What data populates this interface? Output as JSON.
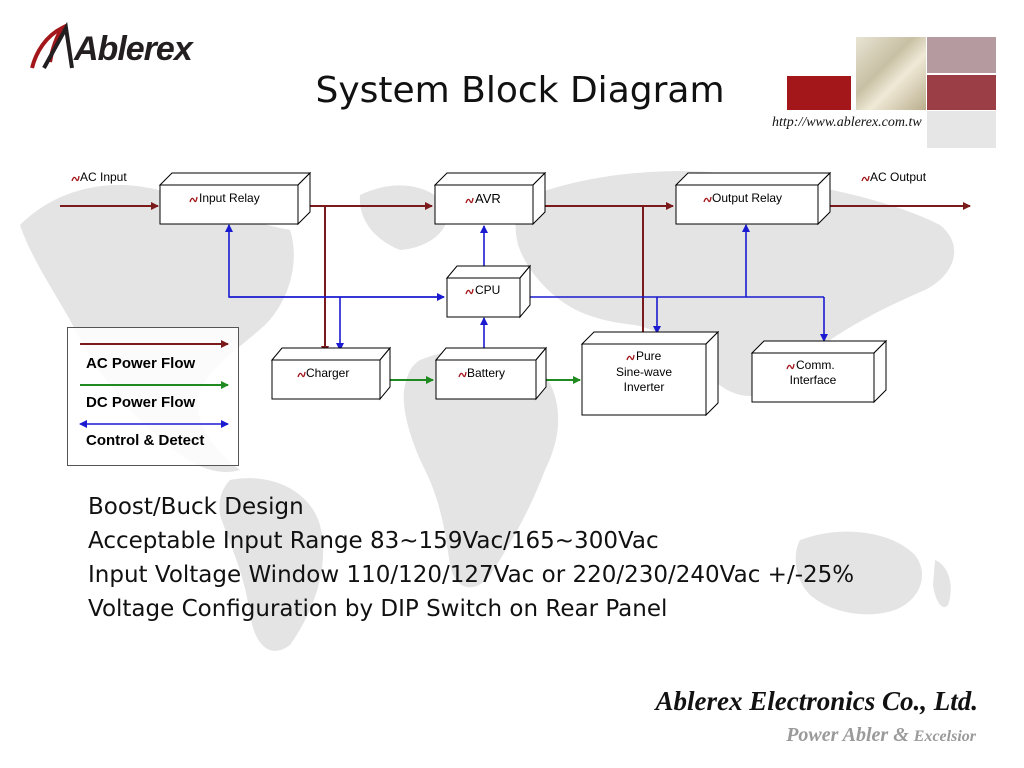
{
  "header": {
    "logo_text": "Ablerex",
    "title": "System Block Diagram",
    "url": "http://www.ablerex.com.tw"
  },
  "diagram": {
    "ac_input": "AC Input",
    "ac_output": "AC Output",
    "blocks": {
      "input_relay": "Input Relay",
      "avr": "AVR",
      "output_relay": "Output Relay",
      "cpu": "CPU",
      "charger": "Charger",
      "battery": "Battery",
      "inverter_line1": "Pure",
      "inverter_line2": "Sine-wave",
      "inverter_line3": "Inverter",
      "comm_line1": "Comm.",
      "comm_line2": "Interface"
    },
    "legend": {
      "ac": "AC Power Flow",
      "dc": "DC Power Flow",
      "control": "Control & Detect"
    },
    "colors": {
      "ac": "#7b1a1a",
      "dc": "#1f8a1f",
      "control": "#1a1ad0"
    }
  },
  "features": [
    "Boost/Buck Design",
    "Acceptable Input Range 83~159Vac/165~300Vac",
    "Input Voltage Window 110/120/127Vac or 220/230/240Vac +/-25%",
    "Voltage Configuration by DIP Switch on Rear Panel"
  ],
  "footer": {
    "company": "Ablerex Electronics Co., Ltd.",
    "slogan_main": "Power Abler & ",
    "slogan_tail": "Excelsior"
  }
}
